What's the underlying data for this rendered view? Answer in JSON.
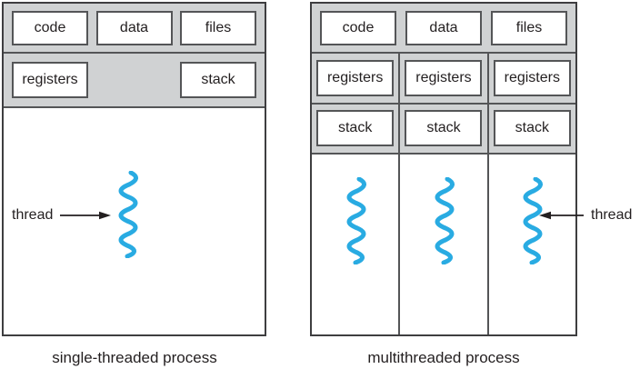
{
  "colors": {
    "gray_fill": "#d0d2d3",
    "border_dark": "#3e3e40",
    "border_inner": "#545557",
    "thread_blue": "#29abe2",
    "text": "#231f20"
  },
  "left_process": {
    "memory_boxes": [
      "code",
      "data",
      "files"
    ],
    "registers_label": "registers",
    "stack_label": "stack",
    "thread_label": "thread",
    "caption": "single-threaded process"
  },
  "right_process": {
    "memory_boxes": [
      "code",
      "data",
      "files"
    ],
    "columns": [
      {
        "registers": "registers",
        "stack": "stack"
      },
      {
        "registers": "registers",
        "stack": "stack"
      },
      {
        "registers": "registers",
        "stack": "stack"
      }
    ],
    "thread_label": "thread",
    "caption": "multithreaded process"
  }
}
